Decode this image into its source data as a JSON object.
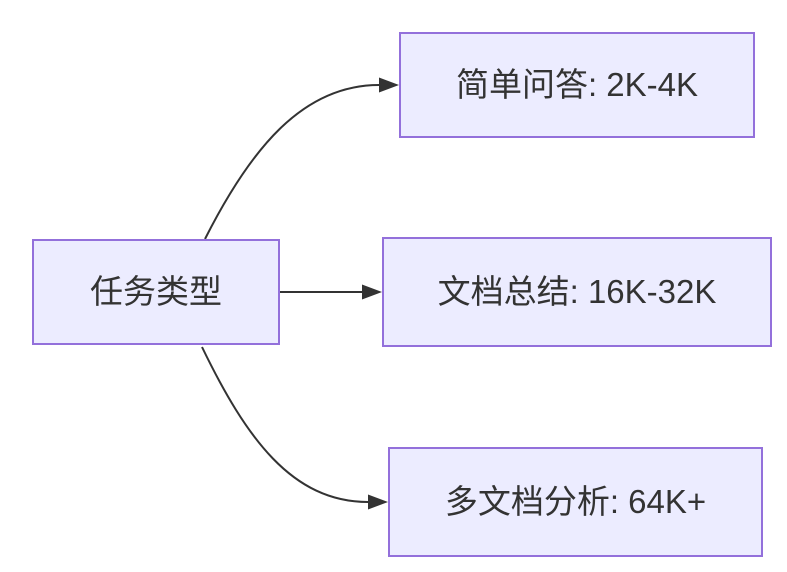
{
  "diagram": {
    "type": "flowchart-LR",
    "background": "#FFFFFF",
    "nodes": [
      {
        "id": "task-type",
        "label": "任务类型",
        "role": "root"
      },
      {
        "id": "simple-qa",
        "label": "简单问答: 2K-4K",
        "role": "leaf"
      },
      {
        "id": "doc-summary",
        "label": "文档总结: 16K-32K",
        "role": "leaf"
      },
      {
        "id": "multi-doc-analysis",
        "label": "多文档分析: 64K+",
        "role": "leaf"
      }
    ],
    "edges": [
      {
        "from": "task-type",
        "to": "simple-qa"
      },
      {
        "from": "task-type",
        "to": "doc-summary"
      },
      {
        "from": "task-type",
        "to": "multi-doc-analysis"
      }
    ],
    "colors": {
      "node_fill": "#ECECFF",
      "node_border": "#9370DB",
      "edge_line": "#333333",
      "label_text": "#333333"
    }
  }
}
